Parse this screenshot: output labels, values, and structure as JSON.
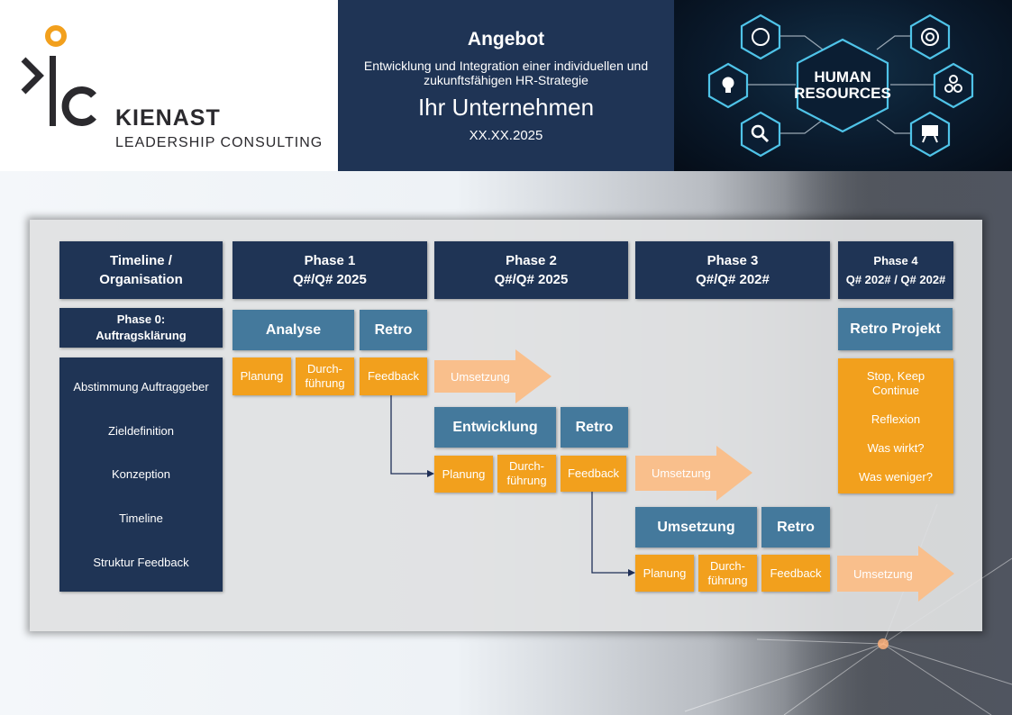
{
  "header": {
    "logo": {
      "brand": "KIENAST",
      "tagline": "LEADERSHIP CONSULTING",
      "accent": "#f2a01d"
    },
    "title": "Angebot",
    "subtitle_line1": "Entwicklung und Integration einer individuellen und",
    "subtitle_line2": "zukunftsfähigen HR-Strategie",
    "company": "Ihr Unternehmen",
    "date": "XX.XX.2025",
    "hr_image": {
      "center_line1": "HUMAN",
      "center_line2": "RESOURCES",
      "icons": [
        "brain-icon",
        "target-icon",
        "lightbulb-icon",
        "gears-icon",
        "magnifier-icon",
        "presentation-chart-icon"
      ]
    }
  },
  "colors": {
    "navy": "#1f3455",
    "steel": "#44799c",
    "orange": "#f2a01d",
    "peach": "#f9bf8c"
  },
  "timeline": {
    "header_line1": "Timeline /",
    "header_line2": "Organisation",
    "phase0_line1": "Phase 0:",
    "phase0_line2": "Auftragsklärung",
    "phase0_items": [
      "Abstimmung Auftraggeber",
      "Zieldefinition",
      "Konzeption",
      "Timeline",
      "Struktur Feedback"
    ]
  },
  "phases": [
    {
      "title": "Phase 1",
      "period": "Q#/Q# 2025",
      "main": "Analyse",
      "retro": "Retro",
      "steps": [
        "Planung",
        "Durch-",
        "führung",
        "Feedback"
      ],
      "arrow": "Umsetzung"
    },
    {
      "title": "Phase 2",
      "period": "Q#/Q# 2025",
      "main": "Entwicklung",
      "retro": "Retro",
      "steps": [
        "Planung",
        "Durch-",
        "führung",
        "Feedback"
      ],
      "arrow": "Umsetzung"
    },
    {
      "title": "Phase 3",
      "period": "Q#/Q# 202#",
      "main": "Umsetzung",
      "retro": "Retro",
      "steps": [
        "Planung",
        "Durch-",
        "führung",
        "Feedback"
      ],
      "arrow": "Umsetzung"
    },
    {
      "title": "Phase 4",
      "period": "Q# 202# / Q# 202#",
      "main": "Retro Projekt",
      "retro_items": [
        "Stop, Keep",
        "Continue",
        "Reflexion",
        "Was wirkt?",
        "Was weniger?"
      ]
    }
  ]
}
